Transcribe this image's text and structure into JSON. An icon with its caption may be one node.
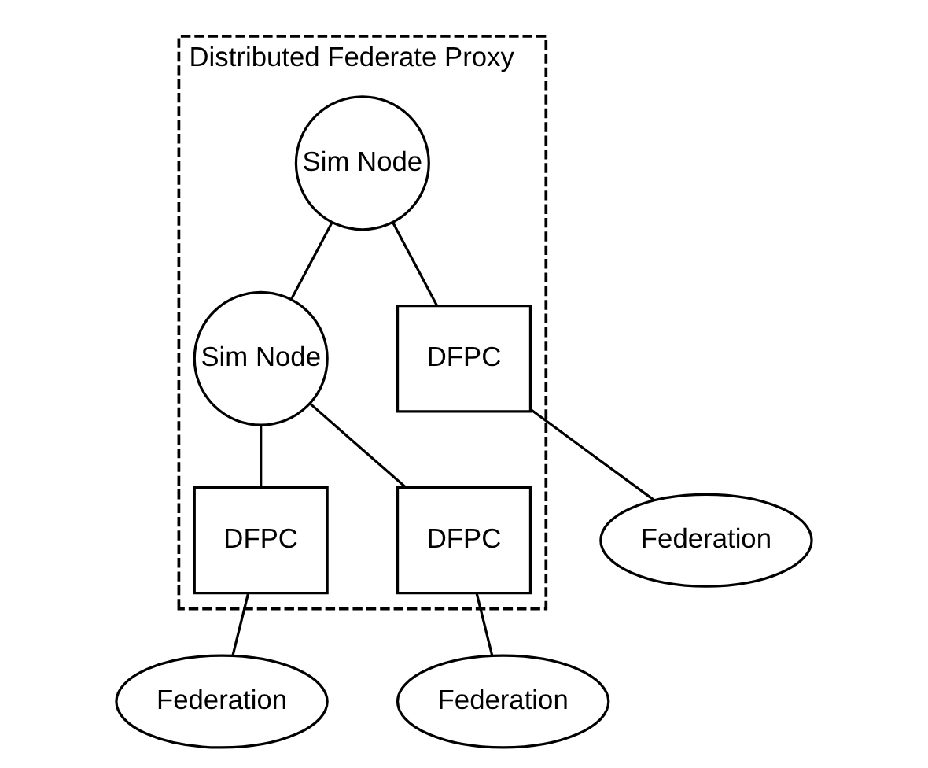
{
  "diagram": {
    "nodes": [
      {
        "text": [
          "Distributed Federate Proxy"
        ]
      },
      {
        "text": [
          "Sim Node"
        ],
        "in": 0
      },
      {
        "text": [
          "DFPC"
        ],
        "in": 0
      },
      {
        "text": [
          "Sim Node"
        ],
        "in": 0
      },
      {
        "text": [
          "DFPC"
        ],
        "in": 0
      },
      {
        "text": [
          "DFPC"
        ],
        "in": 0
      },
      {
        "text": [
          "Federation"
        ]
      },
      {
        "text": [
          "Federation"
        ]
      },
      {
        "text": [
          "Federation"
        ]
      }
    ],
    "edges": [
      {
        "from": 1,
        "to": 2,
        "arrow": "none"
      },
      {
        "from": 1,
        "to": 3,
        "arrow": "none"
      },
      {
        "from": 3,
        "to": 4,
        "arrow": "none"
      },
      {
        "from": 3,
        "to": 5,
        "arrow": "none"
      },
      {
        "from": 2,
        "to": 6,
        "arrow": "none"
      },
      {
        "from": 4,
        "to": 7,
        "arrow": "none"
      },
      {
        "from": 5,
        "to": 8,
        "arrow": "none"
      }
    ]
  }
}
